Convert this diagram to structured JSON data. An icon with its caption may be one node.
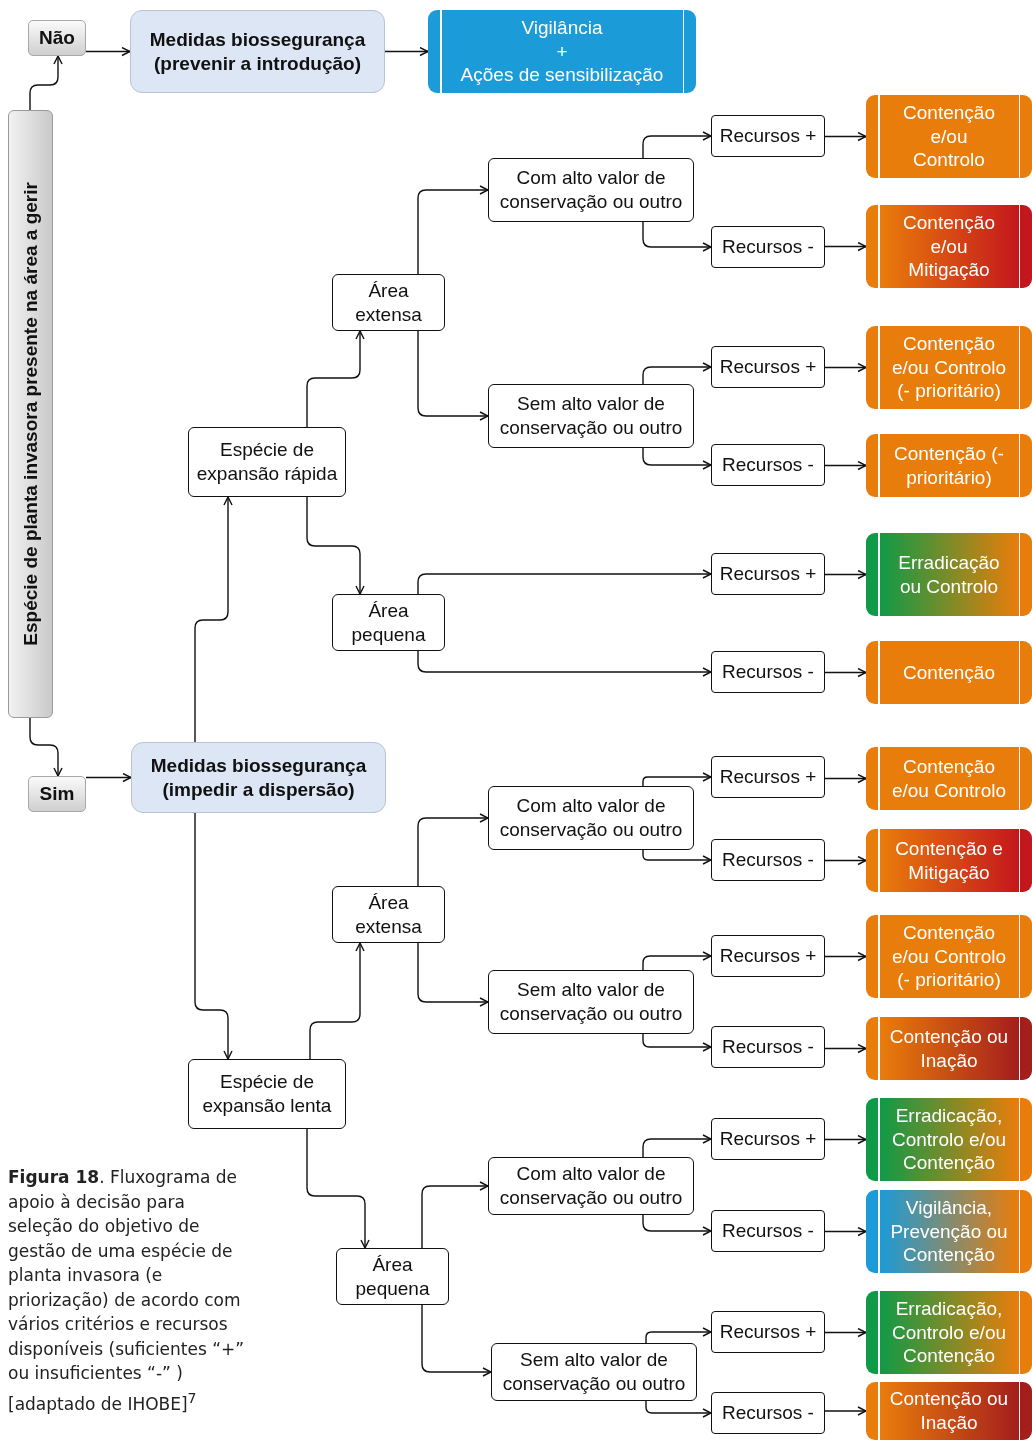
{
  "diagram": {
    "caption": "**Figura 18**. Fluxograma de apoio à decisão para seleção do objetivo de gestão de uma espécie de planta invasora (e priorização) de acordo com vários critérios e recursos disponíveis (suficientes “+” ou insuficientes “-” ) [adaptado de IHOBE]$^{7}$",
    "nodes": [
      {
        "text": [
          "Espécie de planta invasora presente na área a gerir"
        ]
      },
      {
        "text": [
          "Não"
        ]
      },
      {
        "text": [
          "Medidas biossegurança (prevenir a introdução)"
        ]
      },
      {
        "text": [
          "Vigilância",
          "+",
          "Ações de sensibilização"
        ]
      },
      {
        "text": [
          "Sim"
        ]
      },
      {
        "text": [
          "Medidas biossegurança (impedir a dispersão)"
        ]
      },
      {
        "text": [
          "Espécie de expansão rápida"
        ]
      },
      {
        "text": [
          "Área extensa"
        ]
      },
      {
        "text": [
          "Com alto valor de conservação ou outro"
        ]
      },
      {
        "text": [
          "Recursos +"
        ]
      },
      {
        "text": [
          "Contenção e/ou Controlo"
        ]
      },
      {
        "text": [
          "Recursos -"
        ]
      },
      {
        "text": [
          "Contenção e/ou Mitigação"
        ]
      },
      {
        "text": [
          "Sem alto valor de conservação ou outro"
        ]
      },
      {
        "text": [
          "Recursos +"
        ]
      },
      {
        "text": [
          "Contenção e/ou Controlo (- prioritário)"
        ]
      },
      {
        "text": [
          "Recursos -"
        ]
      },
      {
        "text": [
          "Contenção (- prioritário)"
        ]
      },
      {
        "text": [
          "Área pequena"
        ]
      },
      {
        "text": [
          "Recursos +"
        ]
      },
      {
        "text": [
          "Erradicação ou Controlo"
        ]
      },
      {
        "text": [
          "Recursos -"
        ]
      },
      {
        "text": [
          "Contenção"
        ]
      },
      {
        "text": [
          "Espécie de expansão lenta"
        ]
      },
      {
        "text": [
          "Área extensa"
        ]
      },
      {
        "text": [
          "Com alto valor de conservação ou outro"
        ]
      },
      {
        "text": [
          "Recursos +"
        ]
      },
      {
        "text": [
          "Contenção e/ou Controlo"
        ]
      },
      {
        "text": [
          "Recursos -"
        ]
      },
      {
        "text": [
          "Contenção e Mitigação"
        ]
      },
      {
        "text": [
          "Sem alto valor de conservação ou outro"
        ]
      },
      {
        "text": [
          "Recursos +"
        ]
      },
      {
        "text": [
          "Contenção e/ou Controlo (- prioritário)"
        ]
      },
      {
        "text": [
          "Recursos -"
        ]
      },
      {
        "text": [
          "Contenção ou Inação"
        ]
      },
      {
        "text": [
          "Área pequena"
        ]
      },
      {
        "text": [
          "Com alto valor de conservação ou outro"
        ]
      },
      {
        "text": [
          "Recursos +"
        ]
      },
      {
        "text": [
          "Erradicação, Controlo e/ou Contenção"
        ]
      },
      {
        "text": [
          "Recursos -"
        ]
      },
      {
        "text": [
          "Vigilância, Prevenção ou Contenção"
        ]
      },
      {
        "text": [
          "Sem alto valor de conservação ou outro"
        ]
      },
      {
        "text": [
          "Recursos +"
        ]
      },
      {
        "text": [
          "Erradicação, Controlo e/ou Contenção"
        ]
      },
      {
        "text": [
          "Recursos -"
        ]
      },
      {
        "text": [
          "Contenção ou Inação"
        ]
      }
    ],
    "edges": [
      {
        "from": 0,
        "to": 1,
        "arrow": "to"
      },
      {
        "from": 1,
        "to": 2,
        "arrow": "to"
      },
      {
        "from": 2,
        "to": 3,
        "arrow": "to"
      },
      {
        "from": 0,
        "to": 4,
        "arrow": "to"
      },
      {
        "from": 4,
        "to": 5,
        "arrow": "to"
      },
      {
        "from": 5,
        "to": 6,
        "arrow": "to"
      },
      {
        "from": 6,
        "to": 7,
        "arrow": "to"
      },
      {
        "from": 7,
        "to": 8,
        "arrow": "to"
      },
      {
        "from": 8,
        "to": 9,
        "arrow": "to"
      },
      {
        "from": 9,
        "to": 10,
        "arrow": "to"
      },
      {
        "from": 8,
        "to": 11,
        "arrow": "to"
      },
      {
        "from": 11,
        "to": 12,
        "arrow": "to"
      },
      {
        "from": 7,
        "to": 13,
        "arrow": "to"
      },
      {
        "from": 13,
        "to": 14,
        "arrow": "to"
      },
      {
        "from": 14,
        "to": 15,
        "arrow": "to"
      },
      {
        "from": 13,
        "to": 16,
        "arrow": "to"
      },
      {
        "from": 16,
        "to": 17,
        "arrow": "to"
      },
      {
        "from": 6,
        "to": 18,
        "arrow": "to"
      },
      {
        "from": 18,
        "to": 19,
        "arrow": "to"
      },
      {
        "from": 19,
        "to": 20,
        "arrow": "to"
      },
      {
        "from": 18,
        "to": 21,
        "arrow": "to"
      },
      {
        "from": 21,
        "to": 22,
        "arrow": "to"
      },
      {
        "from": 5,
        "to": 23,
        "arrow": "to"
      },
      {
        "from": 23,
        "to": 24,
        "arrow": "to"
      },
      {
        "from": 24,
        "to": 25,
        "arrow": "to"
      },
      {
        "from": 25,
        "to": 26,
        "arrow": "to"
      },
      {
        "from": 26,
        "to": 27,
        "arrow": "to"
      },
      {
        "from": 25,
        "to": 28,
        "arrow": "to"
      },
      {
        "from": 28,
        "to": 29,
        "arrow": "to"
      },
      {
        "from": 24,
        "to": 30,
        "arrow": "to"
      },
      {
        "from": 30,
        "to": 31,
        "arrow": "to"
      },
      {
        "from": 31,
        "to": 32,
        "arrow": "to"
      },
      {
        "from": 30,
        "to": 33,
        "arrow": "to"
      },
      {
        "from": 33,
        "to": 34,
        "arrow": "to"
      },
      {
        "from": 23,
        "to": 35,
        "arrow": "to"
      },
      {
        "from": 35,
        "to": 36,
        "arrow": "to"
      },
      {
        "from": 36,
        "to": 37,
        "arrow": "to"
      },
      {
        "from": 37,
        "to": 38,
        "arrow": "to"
      },
      {
        "from": 36,
        "to": 39,
        "arrow": "to"
      },
      {
        "from": 39,
        "to": 40,
        "arrow": "to"
      },
      {
        "from": 35,
        "to": 41,
        "arrow": "to"
      },
      {
        "from": 41,
        "to": 42,
        "arrow": "to"
      },
      {
        "from": 42,
        "to": 43,
        "arrow": "to"
      },
      {
        "from": 41,
        "to": 44,
        "arrow": "to"
      },
      {
        "from": 44,
        "to": 45,
        "arrow": "to"
      }
    ]
  }
}
